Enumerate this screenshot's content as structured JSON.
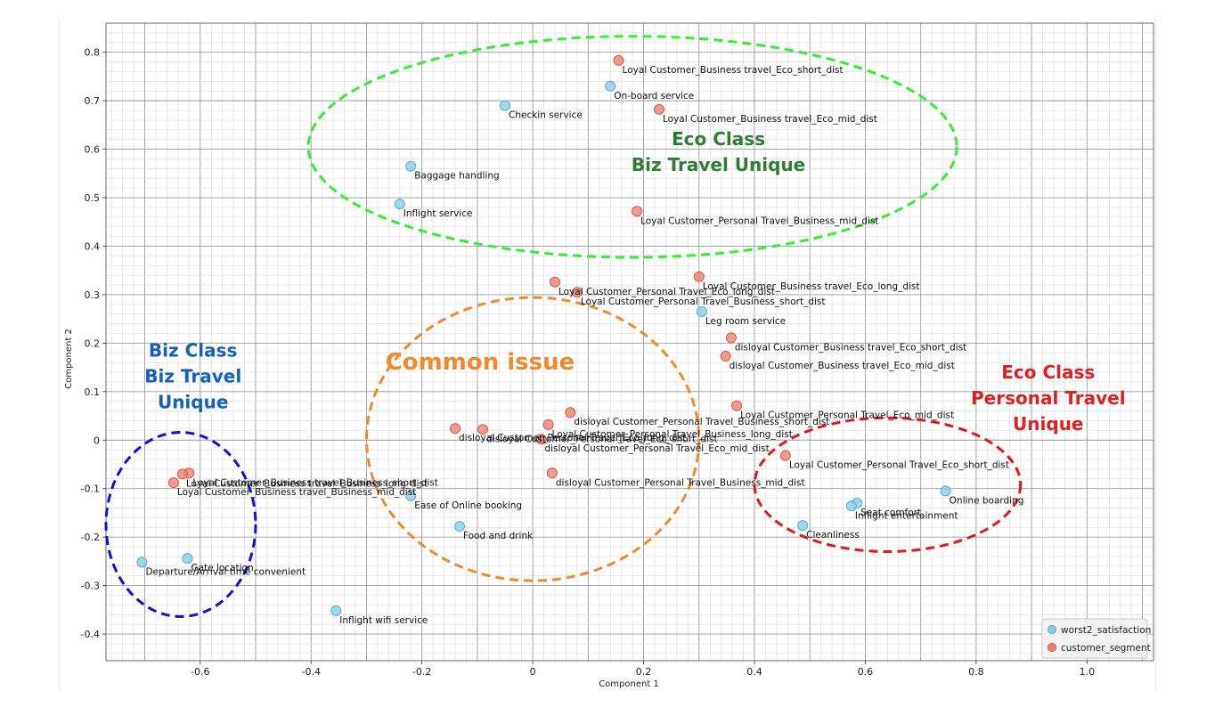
{
  "chart_data": {
    "type": "scatter",
    "xlabel": "Component 1",
    "ylabel": "Component 2",
    "xlim": [
      -0.77,
      1.12
    ],
    "ylim": [
      -0.455,
      0.86
    ],
    "x_ticks": [
      -0.6,
      -0.4,
      -0.2,
      0,
      0.2,
      0.4,
      0.6,
      0.8,
      1.0
    ],
    "x_tick_labels": [
      "-0.6",
      "-0.4",
      "-0.2",
      "0",
      "0.2",
      "0.4",
      "0.6",
      "0.8",
      "1.0"
    ],
    "y_ticks": [
      -0.4,
      -0.3,
      -0.2,
      -0.1,
      0,
      0.1,
      0.2,
      0.3,
      0.4,
      0.5,
      0.6,
      0.7,
      0.8
    ],
    "y_tick_labels": [
      "-0.4",
      "-0.3",
      "-0.2",
      "-0.1",
      "0",
      "0.1",
      "0.2",
      "0.3",
      "0.4",
      "0.5",
      "0.6",
      "0.7",
      "0.8"
    ],
    "grid": true,
    "legend_position": "bottom-right",
    "series": [
      {
        "name": "worst2_satisfaction",
        "color": "#87ceeb",
        "edge_color": "#5fa8d3",
        "points": [
          {
            "label": "Checkin service",
            "x": -0.05,
            "y": 0.69
          },
          {
            "label": "On-board service",
            "x": 0.14,
            "y": 0.73
          },
          {
            "label": "Baggage handling",
            "x": -0.22,
            "y": 0.565
          },
          {
            "label": "Inflight service",
            "x": -0.24,
            "y": 0.487
          },
          {
            "label": "Leg room service",
            "x": 0.305,
            "y": 0.265
          },
          {
            "label": "Ease of Online booking",
            "x": -0.22,
            "y": -0.115
          },
          {
            "label": "Food and drink",
            "x": -0.132,
            "y": -0.178
          },
          {
            "label": "Inflight wifi service",
            "x": -0.355,
            "y": -0.352
          },
          {
            "label": "Gate location",
            "x": -0.623,
            "y": -0.244
          },
          {
            "label": "Departure/Arrival time convenient",
            "x": -0.705,
            "y": -0.252
          },
          {
            "label": "Cleanliness",
            "x": 0.487,
            "y": -0.176
          },
          {
            "label": "Seat comfort",
            "x": 0.585,
            "y": -0.13
          },
          {
            "label": "Inflight entertainment",
            "x": 0.575,
            "y": -0.136
          },
          {
            "label": "Online boarding",
            "x": 0.745,
            "y": -0.105
          }
        ]
      },
      {
        "name": "customer_segment",
        "color": "#f08070",
        "edge_color": "#d05a4a",
        "points": [
          {
            "label": "Loyal Customer_Business travel_Eco_short_dist",
            "x": 0.155,
            "y": 0.783
          },
          {
            "label": "Loyal Customer_Business travel_Eco_mid_dist",
            "x": 0.228,
            "y": 0.682
          },
          {
            "label": "Loyal Customer_Personal Travel_Business_mid_dist",
            "x": 0.188,
            "y": 0.472
          },
          {
            "label": "Loyal Customer_Business travel_Eco_long_dist",
            "x": 0.3,
            "y": 0.337
          },
          {
            "label": "Loyal Customer_Personal Travel_Eco_long_dist",
            "x": 0.04,
            "y": 0.326
          },
          {
            "label": "Loyal Customer_Personal Travel_Business_short_dist",
            "x": 0.08,
            "y": 0.305
          },
          {
            "label": "disloyal Customer_Business travel_Eco_short_dist",
            "x": 0.358,
            "y": 0.211
          },
          {
            "label": "disloyal Customer_Business travel_Eco_mid_dist",
            "x": 0.348,
            "y": 0.173
          },
          {
            "label": "Loyal Customer_Personal Travel_Eco_mid_dist",
            "x": 0.368,
            "y": 0.071
          },
          {
            "label": "disloyal Customer_Personal Travel_Business_short_dist",
            "x": 0.068,
            "y": 0.057
          },
          {
            "label": "Loyal Customer_Personal Travel_Business_long_dist",
            "x": 0.028,
            "y": 0.032
          },
          {
            "label": "disloyal Customer_Personal Travel_Eco_long_dist",
            "x": -0.14,
            "y": 0.024
          },
          {
            "label": "disloyal Customer_Personal Travel_Eco_short_dist",
            "x": -0.09,
            "y": 0.022
          },
          {
            "label": "disloyal Customer_Personal Travel_Eco_mid_dist",
            "x": 0.015,
            "y": 0.002
          },
          {
            "label": "Loyal Customer_Personal Travel_Eco_short_dist",
            "x": 0.456,
            "y": -0.032
          },
          {
            "label": "disloyal Customer_Personal Travel_Business_mid_dist",
            "x": 0.035,
            "y": -0.068
          },
          {
            "label": "Loyal Customer_Business travel_Business_short_dist",
            "x": -0.62,
            "y": -0.068
          },
          {
            "label": "Loyal Customer_Business travel_Business_long_dist",
            "x": -0.632,
            "y": -0.07
          },
          {
            "label": "Loyal Customer_Business travel_Business_mid_dist",
            "x": -0.648,
            "y": -0.088
          }
        ]
      }
    ],
    "annotations": [
      {
        "lines": [
          "Eco Class",
          "Biz Travel Unique"
        ],
        "color": "#2e7d32",
        "x": 0.335,
        "y": 0.595,
        "ellipse": {
          "cx": 0.18,
          "cy": 0.605,
          "rx": 0.585,
          "ry": 0.228,
          "color": "#33ee33"
        }
      },
      {
        "lines": [
          "Common issue"
        ],
        "color": "#f0892c",
        "x": -0.095,
        "y": 0.158,
        "ellipse": {
          "cx": 0.0,
          "cy": 0.002,
          "rx": 0.3,
          "ry": 0.292,
          "color": "#f0892c"
        }
      },
      {
        "lines": [
          "Biz Class",
          "Biz Travel",
          "Unique"
        ],
        "color": "#1560bd",
        "x": -0.613,
        "y": 0.132,
        "ellipse": {
          "cx": -0.635,
          "cy": -0.174,
          "rx": 0.135,
          "ry": 0.19,
          "color": "#1010d8"
        }
      },
      {
        "lines": [
          "Eco Class",
          "Personal Travel",
          "Unique"
        ],
        "color": "#e02020",
        "x": 0.93,
        "y": 0.087,
        "ellipse": {
          "cx": 0.64,
          "cy": -0.092,
          "rx": 0.24,
          "ry": 0.138,
          "color": "#e01818"
        }
      }
    ]
  }
}
